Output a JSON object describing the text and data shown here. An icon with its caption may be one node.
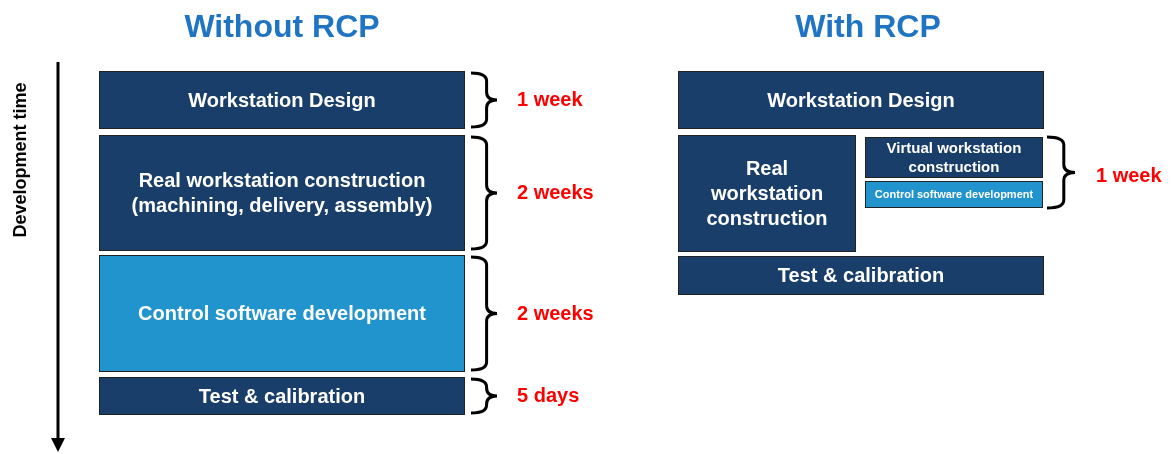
{
  "diagram": {
    "nodes": [
      {
        "text": [
          "Workstation Design"
        ],
        "beside": [
          "1 week"
        ]
      },
      {
        "text": [
          "Real workstation construction (machining, delivery, assembly)"
        ],
        "beside": [
          "2 weeks"
        ]
      },
      {
        "text": [
          "Control software development"
        ],
        "beside": [
          "2 weeks"
        ]
      },
      {
        "text": [
          "Test & calibration"
        ],
        "beside": [
          "5 days"
        ]
      },
      {
        "text": [
          "Workstation Design"
        ]
      },
      {
        "text": [
          "Real workstation construction"
        ]
      },
      {
        "text": [
          "Virtual workstation construction"
        ]
      },
      {
        "text": [
          "Control software development"
        ]
      },
      {
        "text": [
          "Test & calibration"
        ]
      }
    ],
    "edges": [],
    "labels": [
      "Without RCP",
      "With RCP",
      "Development time",
      "1 week"
    ]
  }
}
